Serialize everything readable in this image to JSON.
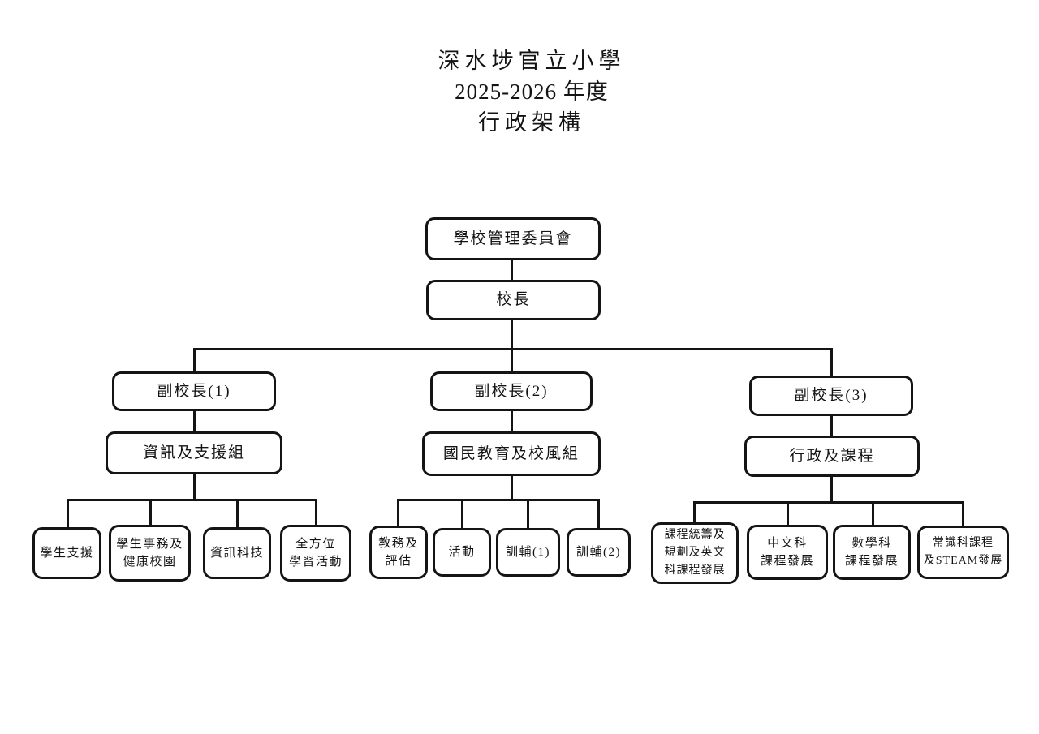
{
  "title": {
    "line1": "深水埗官立小學",
    "line2": "2025-2026 年度",
    "line3": "行政架構"
  },
  "chart": {
    "root": "學校管理委員會",
    "principal": "校長",
    "branches": [
      {
        "vp": "副校長(1)",
        "group": "資訊及支援組",
        "leaves": [
          "學生支援",
          "學生事務及\n健康校園",
          "資訊科技",
          "全方位\n學習活動"
        ]
      },
      {
        "vp": "副校長(2)",
        "group": "國民教育及校風組",
        "leaves": [
          "教務及\n評估",
          "活動",
          "訓輔(1)",
          "訓輔(2)"
        ]
      },
      {
        "vp": "副校長(3)",
        "group": "行政及課程",
        "leaves": [
          "課程統籌及\n規劃及英文\n科課程發展",
          "中文科\n課程發展",
          "數學科\n課程發展",
          "常識科課程\n及STEAM發展"
        ]
      }
    ]
  },
  "colors": {
    "ink": "#141414",
    "background": "#ffffff"
  }
}
